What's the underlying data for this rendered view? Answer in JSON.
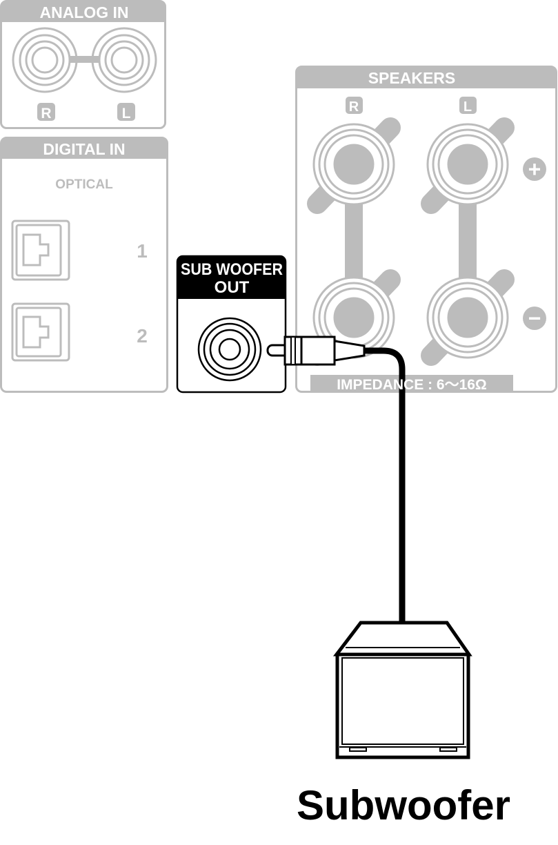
{
  "analog_in": {
    "title": "ANALOG IN",
    "left_label": "R",
    "right_label": "L"
  },
  "digital_in": {
    "title": "DIGITAL IN",
    "subtitle": "OPTICAL",
    "port1": "1",
    "port2": "2"
  },
  "speakers": {
    "title": "SPEAKERS",
    "r_label": "R",
    "l_label": "L",
    "plus": "+",
    "minus": "−",
    "impedance": "IMPEDANCE : 6～16Ω"
  },
  "sub_woofer_out": {
    "line1": "SUB WOOFER",
    "line2": "OUT"
  },
  "device_label": "Subwoofer",
  "colors": {
    "gray": "#bcbcbc",
    "black": "#000000"
  }
}
